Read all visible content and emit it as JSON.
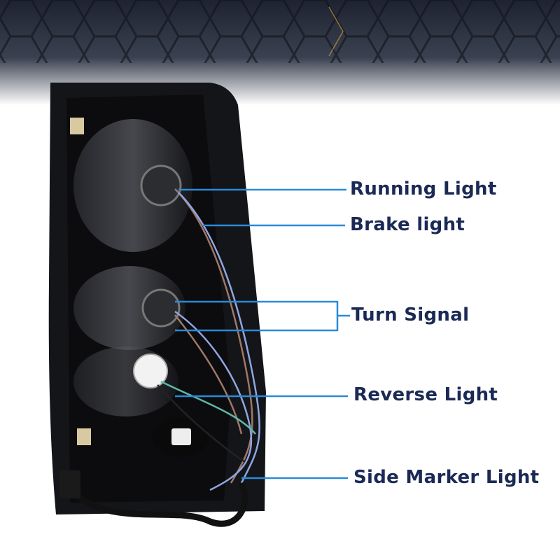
{
  "labels": {
    "running_light": "Running Light",
    "brake_light": "Brake light",
    "turn_signal": "Turn Signal",
    "reverse_light": "Reverse Light",
    "side_marker_light": "Side Marker Light"
  },
  "colors": {
    "label_text": "#1b2a55",
    "leader_line": "#2a8ad8",
    "housing": "#141518"
  }
}
